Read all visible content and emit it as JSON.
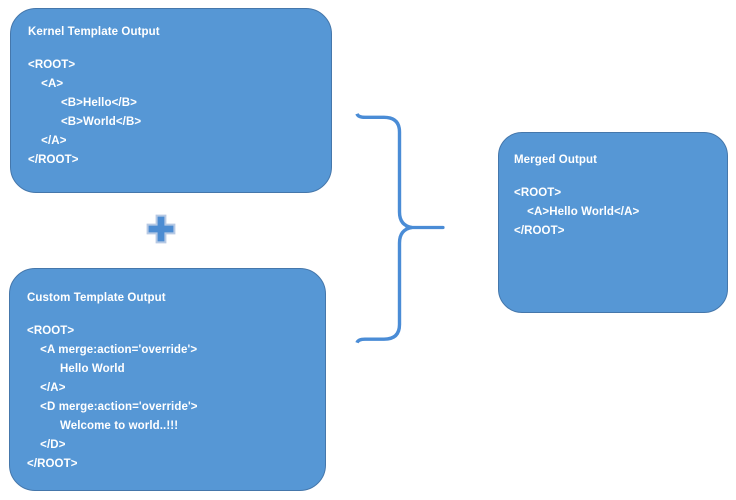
{
  "colors": {
    "background": "#ffffff",
    "box_fill": "#5697d5",
    "box_border": "#4577ab",
    "text": "#ffffff",
    "brace": "#4a8cd6",
    "plus_fill": "#4c8cd2",
    "plus_border": "#b6c9e4"
  },
  "kernel_box": {
    "title": "Kernel Template Output",
    "lines": [
      "<ROOT>",
      "    <A>",
      "          <B>Hello</B>",
      "          <B>World</B>",
      "    </A>",
      "</ROOT>"
    ]
  },
  "custom_box": {
    "title": "Custom Template Output",
    "lines": [
      "<ROOT>",
      "    <A merge:action='override'>",
      "          Hello World",
      "    </A>",
      "    <D merge:action='override'>",
      "          Welcome to world..!!!",
      "    </D>",
      "</ROOT>"
    ]
  },
  "merged_box": {
    "title": "Merged Output",
    "lines": [
      "<ROOT>",
      "    <A>Hello World</A>",
      "</ROOT>"
    ]
  },
  "icons": {
    "plus": "+",
    "brace": "}"
  }
}
